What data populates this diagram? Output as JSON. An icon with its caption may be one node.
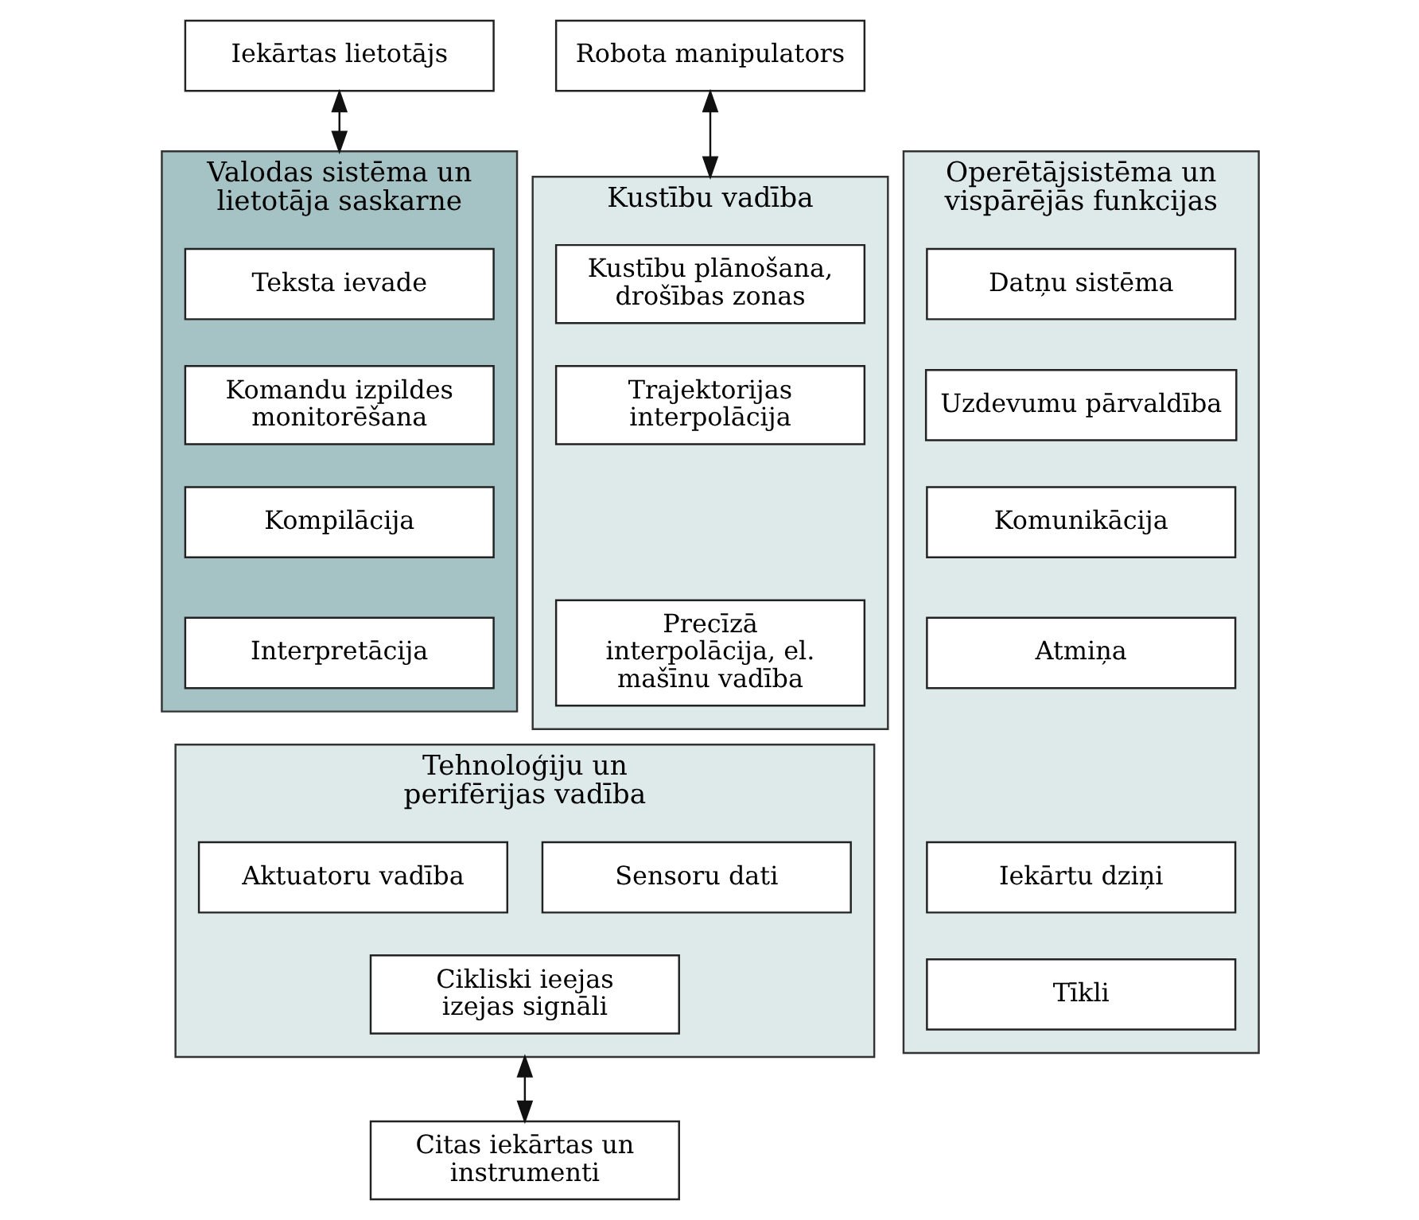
{
  "diagram": {
    "nodes": [
      {
        "text": [
          "Iekārtas lietotājs"
        ]
      },
      {
        "text": [
          "Robota manipulators"
        ]
      },
      {
        "text": [
          "Operētājsistēma un vispārējās funkcijas"
        ]
      },
      {
        "text": [
          "Datņu sistēma"
        ],
        "in": 2
      },
      {
        "text": [
          "Uzdevumu pārvaldība"
        ],
        "in": 2
      },
      {
        "text": [
          "Komunikācija"
        ],
        "in": 2
      },
      {
        "text": [
          "Atmiņa"
        ],
        "in": 2
      },
      {
        "text": [
          "Iekārtu dziņi"
        ],
        "in": 2
      },
      {
        "text": [
          "Tīkli"
        ],
        "in": 2
      },
      {
        "text": [
          "Valodas sistēma un lietotāja saskarne"
        ]
      },
      {
        "text": [
          "Teksta ievade"
        ],
        "in": 9
      },
      {
        "text": [
          "Komandu izpildes monitorēšana"
        ],
        "in": 9
      },
      {
        "text": [
          "Kompilācija"
        ],
        "in": 9
      },
      {
        "text": [
          "Interpretācija"
        ],
        "in": 9
      },
      {
        "text": [
          "Kustību vadība"
        ]
      },
      {
        "text": [
          "Kustību plānošana, drošības zonas"
        ],
        "in": 14
      },
      {
        "text": [
          "Trajektorijas interpolācija"
        ],
        "in": 14
      },
      {
        "text": [
          "Precīzā interpolācija, el. mašīnu vadība"
        ],
        "in": 14
      },
      {
        "text": [
          "Tehnoloģiju un perifērijas vadība"
        ]
      },
      {
        "text": [
          "Aktuatoru vadība"
        ],
        "in": 18
      },
      {
        "text": [
          "Sensoru dati"
        ],
        "in": 18
      },
      {
        "text": [
          "Cikliski ieejas izejas signāli"
        ],
        "in": 18
      },
      {
        "text": [
          "Citas iekārtas un instrumenti"
        ]
      }
    ],
    "edges": [
      {
        "from": 0,
        "to": 9,
        "arrow": "both"
      },
      {
        "from": 1,
        "to": 14,
        "arrow": "both"
      },
      {
        "from": 18,
        "to": 22,
        "arrow": "both"
      }
    ]
  }
}
